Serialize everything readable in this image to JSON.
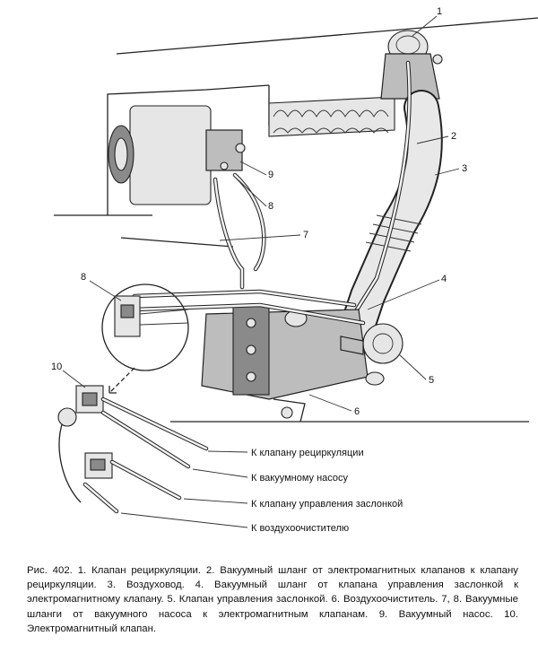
{
  "callouts": {
    "c1": "1",
    "c2": "2",
    "c3": "3",
    "c4": "4",
    "c5": "5",
    "c6": "6",
    "c7": "7",
    "c8a": "8",
    "c8b": "8",
    "c9": "9",
    "c10": "10"
  },
  "destinations": {
    "d1": "К клапану рециркуляции",
    "d2": "К вакуумному насосу",
    "d3": "К клапану управления заслонкой",
    "d4": "К воздухоочистителю"
  },
  "caption": "Рис. 402. 1. Клапан рециркуляции. 2. Вакуумный шланг от электромагнитных клапанов к клапану рециркуляции. 3. Воздуховод. 4. Вакуумный шланг от клапана управления заслонкой к электромагнитному клапану. 5. Клапан управления заслонкой. 6. Воздухоочиститель. 7, 8. Вакуумные шланги от вакуумного насоса к электромагнитным клапанам. 9. Вакуумный насос. 10. Электромагнитный клапан."
}
